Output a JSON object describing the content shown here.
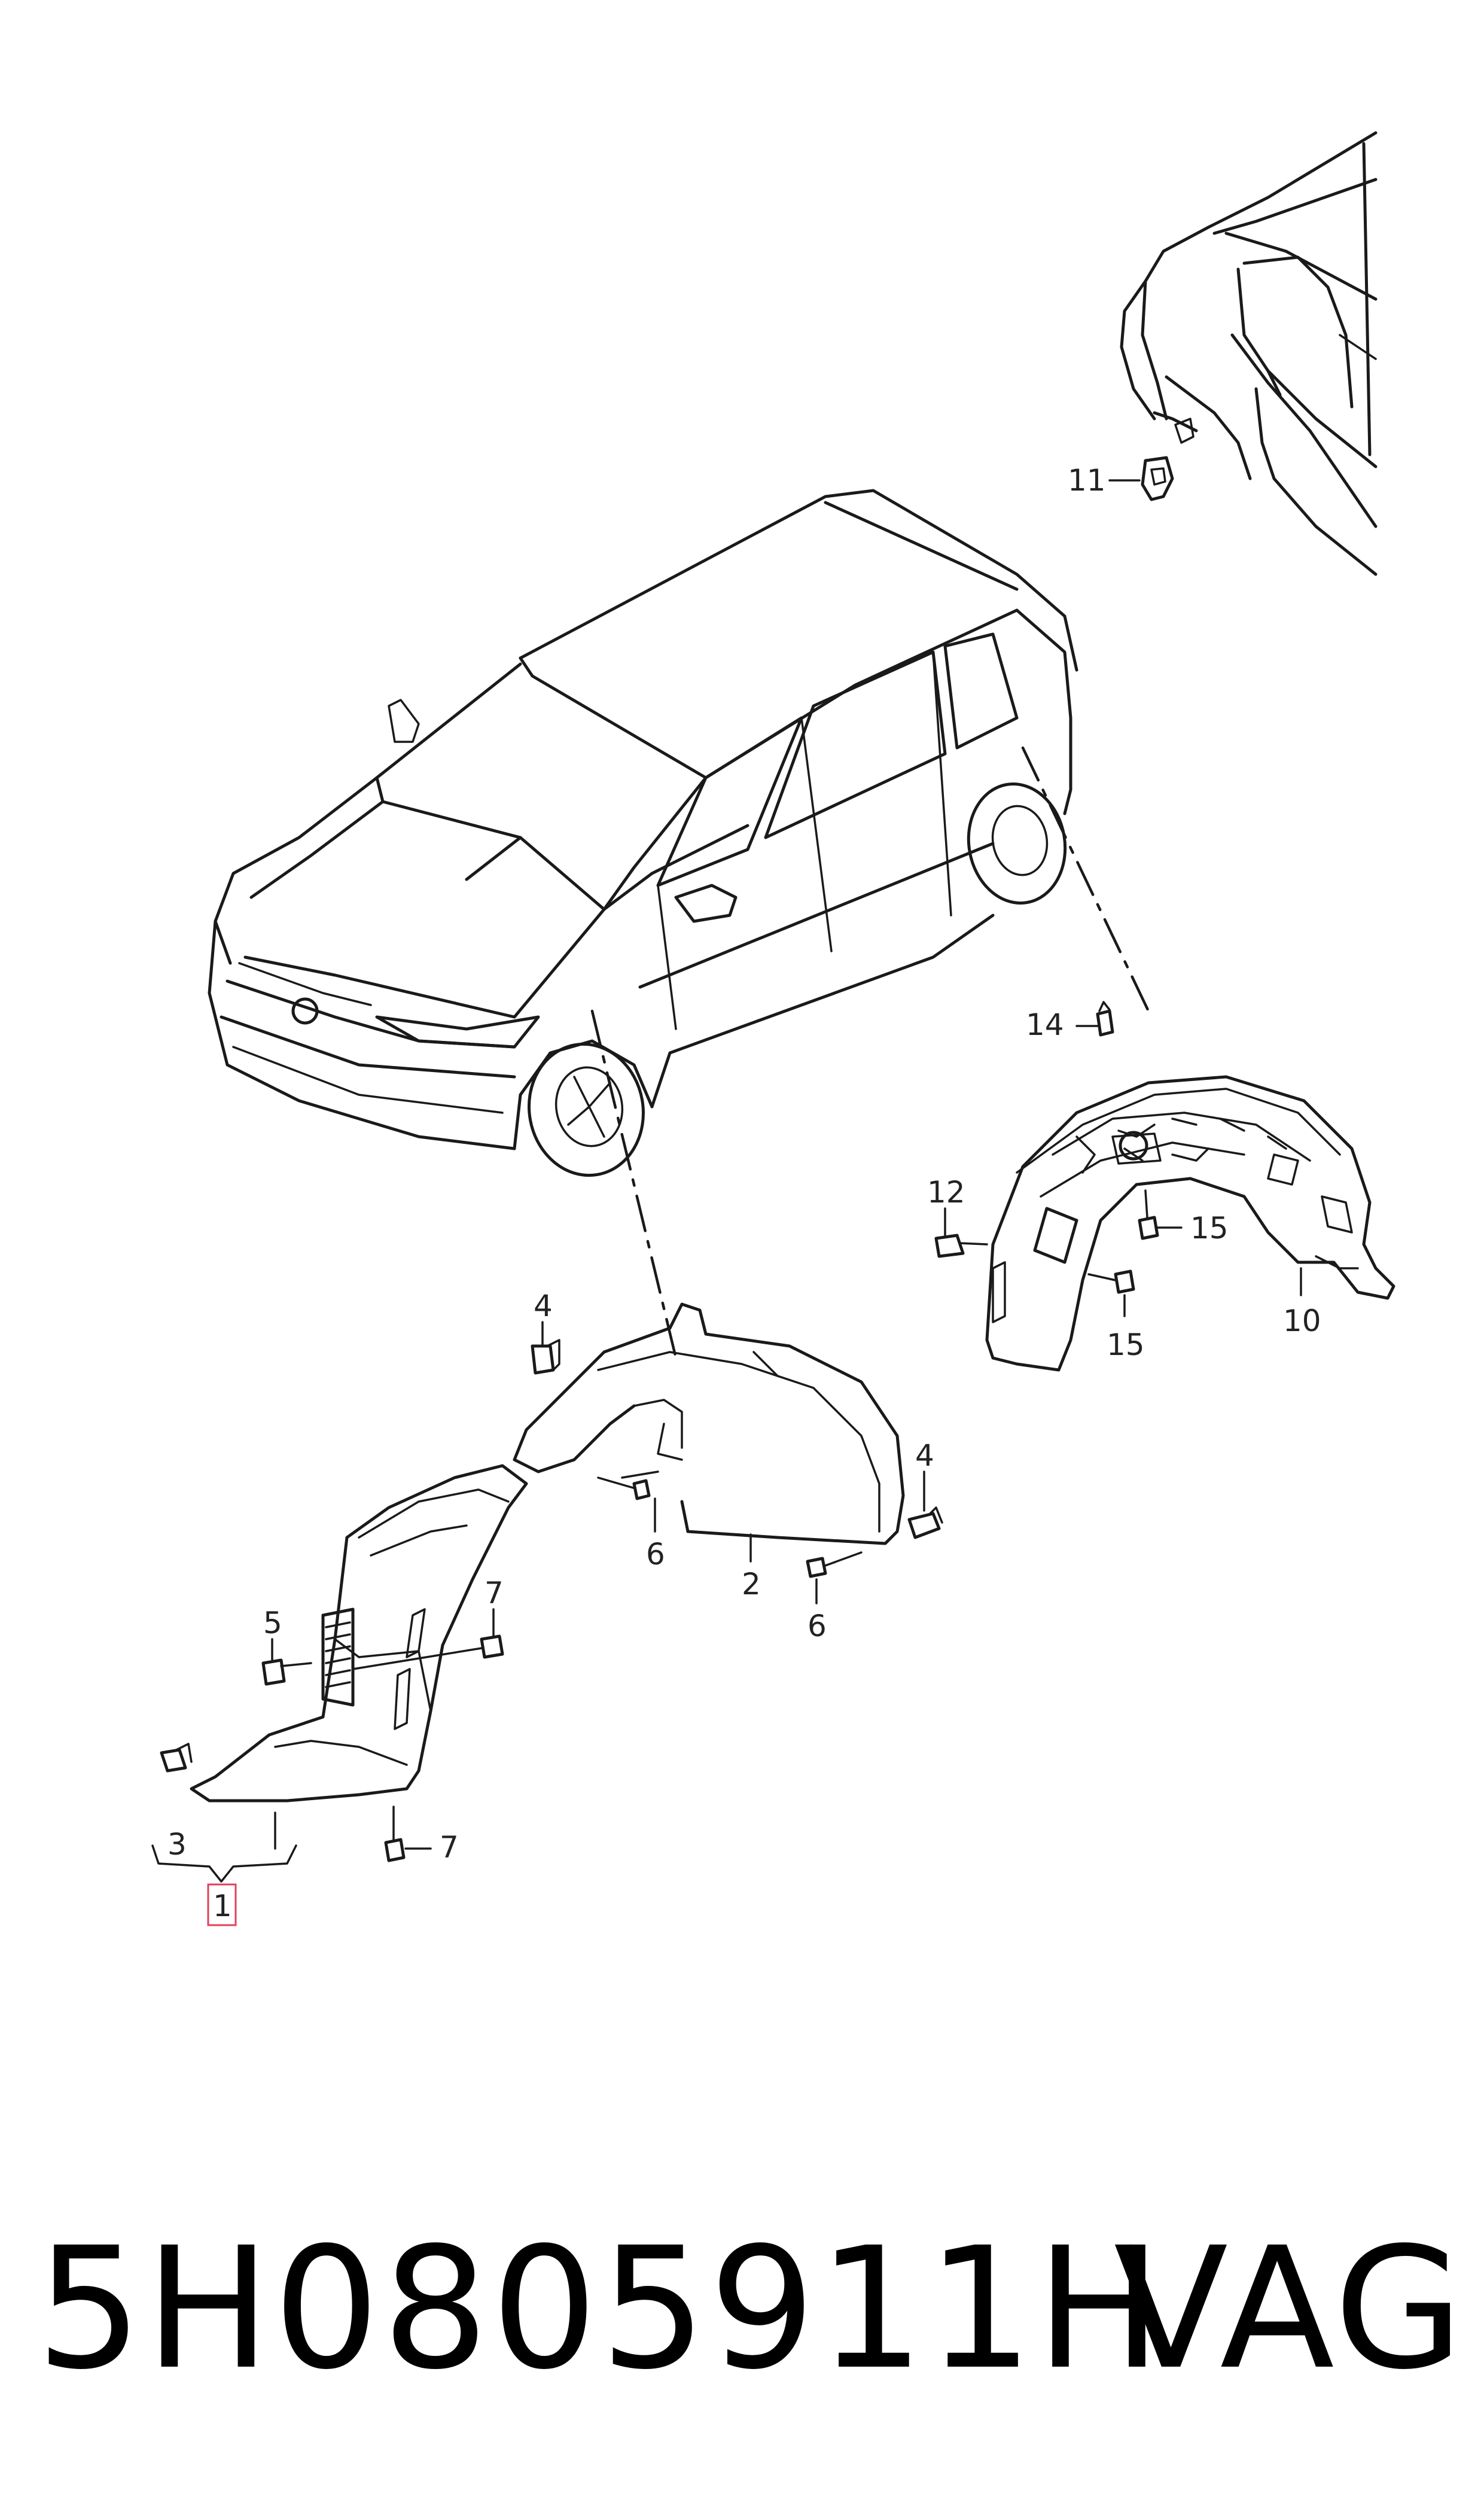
{
  "diagram": {
    "callouts": {
      "c1": "1",
      "c2": "2",
      "c3": "3",
      "c4a": "4",
      "c4b": "4",
      "c5": "5",
      "c6a": "6",
      "c6b": "6",
      "c7a": "7",
      "c7b": "7",
      "c10": "10",
      "c11": "11",
      "c12": "12",
      "c14": "14",
      "c15a": "15",
      "c15b": "15"
    },
    "highlighted_callout": "1"
  },
  "footer": {
    "part_number": "5H0805911H",
    "brand": "VAG"
  }
}
